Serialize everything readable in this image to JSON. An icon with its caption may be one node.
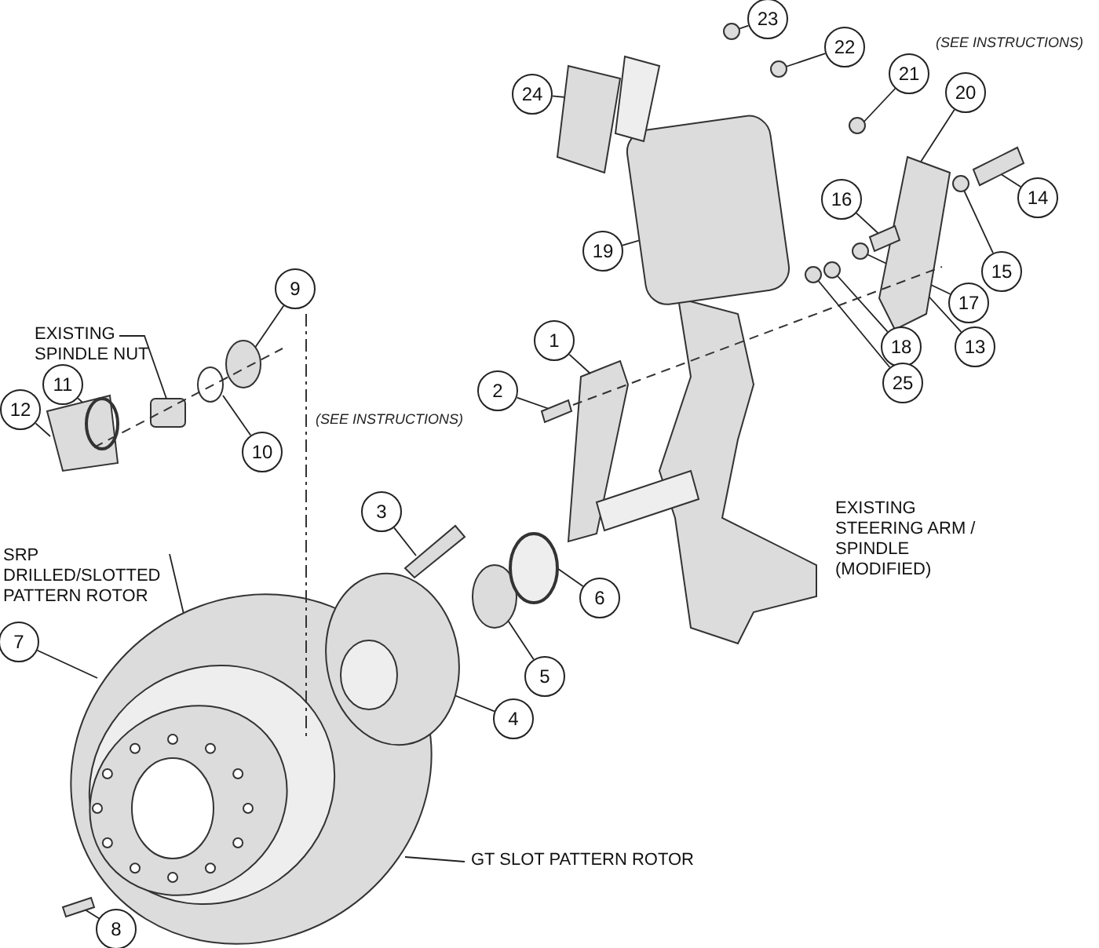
{
  "diagram": {
    "nodes": [
      {
        "text": [
          "23"
        ]
      },
      {
        "text": [
          "22"
        ]
      },
      {
        "text": [
          "24"
        ]
      },
      {
        "text": [
          "21"
        ]
      },
      {
        "text": [
          "20"
        ]
      },
      {
        "text": [
          "14"
        ]
      },
      {
        "text": [
          "16"
        ]
      },
      {
        "text": [
          "19"
        ]
      },
      {
        "text": [
          "15"
        ]
      },
      {
        "text": [
          "17"
        ]
      },
      {
        "text": [
          "13"
        ]
      },
      {
        "text": [
          "18"
        ]
      },
      {
        "text": [
          "25"
        ]
      },
      {
        "text": [
          "9"
        ]
      },
      {
        "text": [
          "EXISTING SPINDLE NUT"
        ]
      },
      {
        "text": [
          "1"
        ]
      },
      {
        "text": [
          "2"
        ]
      },
      {
        "text": [
          "12"
        ]
      },
      {
        "text": [
          "11"
        ]
      },
      {
        "text": [
          "10"
        ]
      },
      {
        "text": [
          "3"
        ]
      },
      {
        "text": [
          "SRP DRILLED/SLOTTED PATTERN ROTOR"
        ]
      },
      {
        "text": [
          "6"
        ]
      },
      {
        "text": [
          "5"
        ]
      },
      {
        "text": [
          "7"
        ]
      },
      {
        "text": [
          "4"
        ]
      },
      {
        "text": [
          "GT SLOT PATTERN ROTOR"
        ]
      },
      {
        "text": [
          "8"
        ]
      }
    ],
    "edges": [
      {
        "from": 0,
        "to": null,
        "arrow": "none"
      },
      {
        "from": 1,
        "to": null,
        "arrow": "none"
      },
      {
        "from": 2,
        "to": null,
        "arrow": "none"
      },
      {
        "from": 3,
        "to": null,
        "arrow": "none"
      },
      {
        "from": 4,
        "to": null,
        "arrow": "none"
      },
      {
        "from": 5,
        "to": null,
        "arrow": "none"
      },
      {
        "from": 6,
        "to": null,
        "arrow": "none"
      },
      {
        "from": 7,
        "to": null,
        "arrow": "none"
      },
      {
        "from": 8,
        "to": null,
        "arrow": "none"
      },
      {
        "from": 9,
        "to": null,
        "arrow": "none"
      },
      {
        "from": 10,
        "to": null,
        "arrow": "none"
      },
      {
        "from": 11,
        "to": null,
        "arrow": "none"
      },
      {
        "from": 12,
        "to": null,
        "arrow": "none"
      },
      {
        "from": 13,
        "to": null,
        "arrow": "none"
      },
      {
        "from": 14,
        "to": null,
        "arrow": "none"
      },
      {
        "from": 15,
        "to": null,
        "arrow": "none"
      },
      {
        "from": 16,
        "to": null,
        "arrow": "none"
      },
      {
        "from": 17,
        "to": null,
        "arrow": "none"
      },
      {
        "from": 18,
        "to": null,
        "arrow": "none"
      },
      {
        "from": 19,
        "to": null,
        "arrow": "none"
      },
      {
        "from": 20,
        "to": null,
        "arrow": "none"
      },
      {
        "from": 21,
        "to": null,
        "arrow": "none"
      },
      {
        "from": 22,
        "to": null,
        "arrow": "none"
      },
      {
        "from": 23,
        "to": null,
        "arrow": "none"
      },
      {
        "from": 24,
        "to": null,
        "arrow": "none"
      },
      {
        "from": 25,
        "to": null,
        "arrow": "none"
      },
      {
        "from": 26,
        "to": null,
        "arrow": "none"
      },
      {
        "from": 27,
        "to": null,
        "arrow": "none"
      }
    ],
    "labels": [
      "(SEE INSTRUCTIONS)",
      "(SEE INSTRUCTIONS)",
      "EXISTING STEERING ARM / SPINDLE (MODIFIED)"
    ]
  }
}
